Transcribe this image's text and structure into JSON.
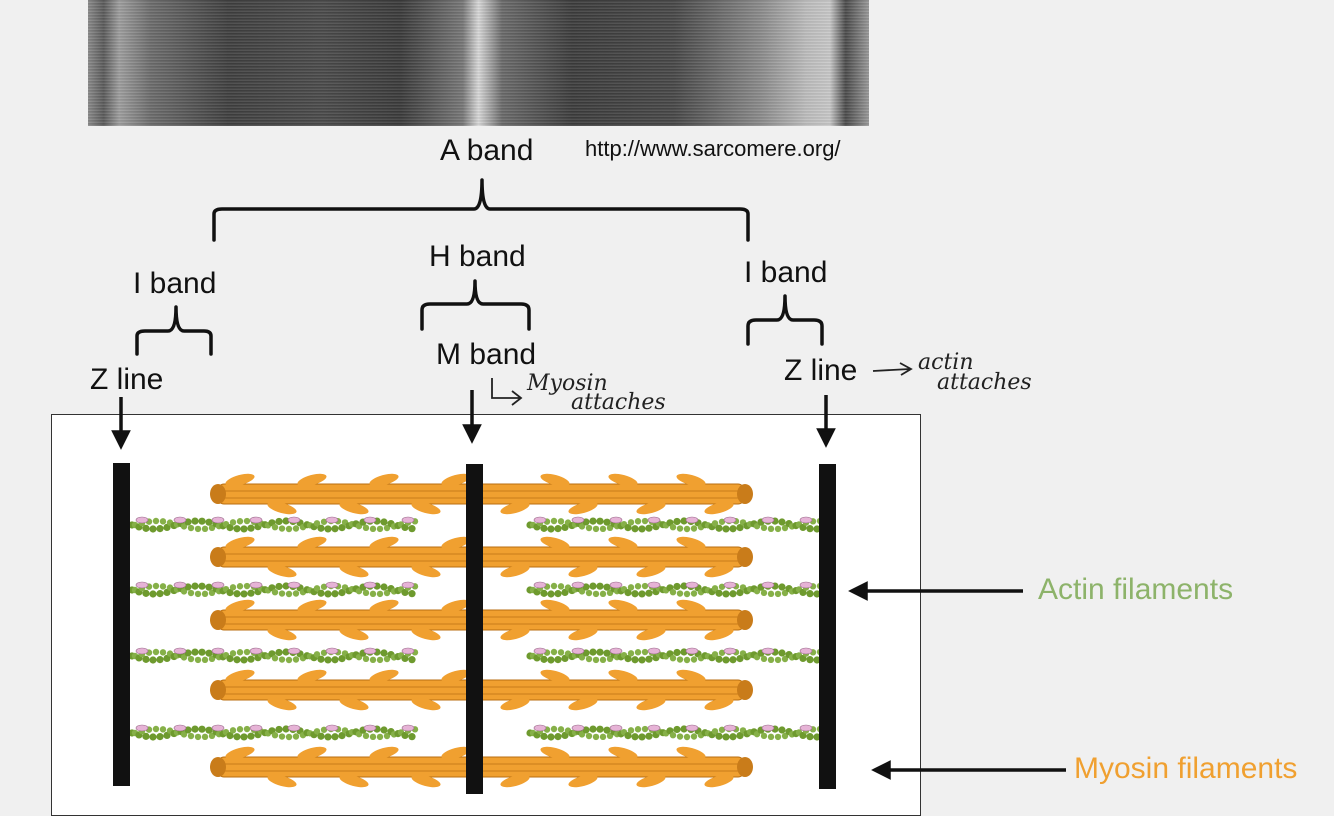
{
  "source_url": "http://www.sarcomere.org/",
  "labels": {
    "a_band": "A band",
    "i_band_left": "I band",
    "i_band_right": "I band",
    "h_band": "H band",
    "m_band": "M band",
    "z_line_left": "Z line",
    "z_line_right": "Z line"
  },
  "annotations": {
    "m_band_note_line1": "Myosin",
    "m_band_note_line2": "attaches",
    "z_line_note_line1": "actin",
    "z_line_note_line2": "attaches"
  },
  "legend": {
    "actin": "Actin filaments",
    "myosin": "Myosin filaments"
  },
  "colors": {
    "actin": "#8db36a",
    "myosin": "#f0a030",
    "actin_bead": "#6e9a2e",
    "actin_pink": "#e6b3d6",
    "z_line": "#111111"
  }
}
